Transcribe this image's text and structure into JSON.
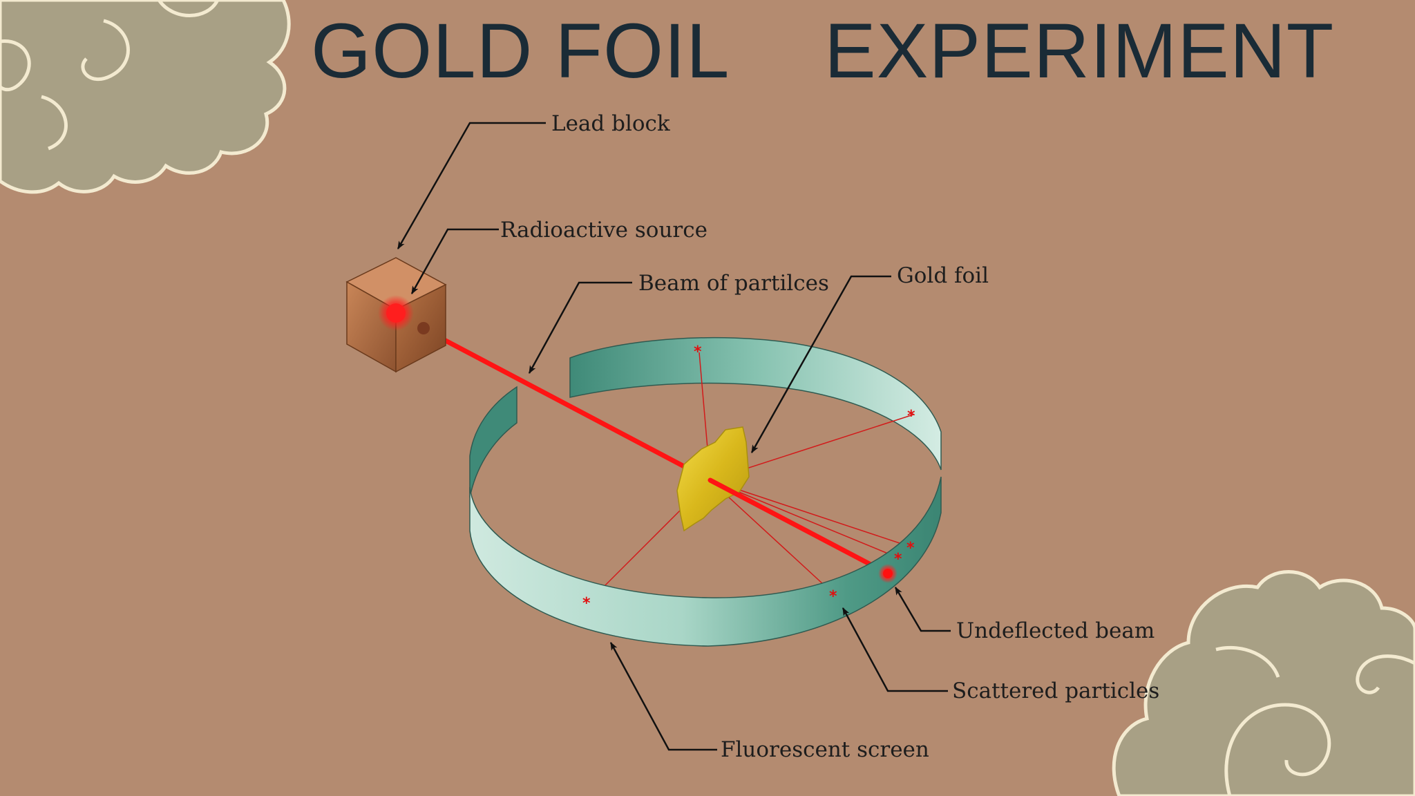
{
  "title": {
    "part1": "GOLD FOIL",
    "part2": "EXPERIMENT"
  },
  "labels": {
    "lead_block": "Lead block",
    "radioactive_source": "Radioactive source",
    "beam": "Beam of partilces",
    "gold_foil": "Gold foil",
    "undeflected": "Undeflected beam",
    "scattered": "Scattered particles",
    "screen": "Fluorescent screen"
  },
  "colors": {
    "background": "#b48b70",
    "title": "#1a2b36",
    "cloud": "#a8a085",
    "cloud_outline": "#f3ead0",
    "beam": "#ff1a1a",
    "screen_dark": "#3f8a78",
    "screen_light": "#c8e6dc",
    "gold": "#e0c530",
    "lead": "#a8683e"
  }
}
